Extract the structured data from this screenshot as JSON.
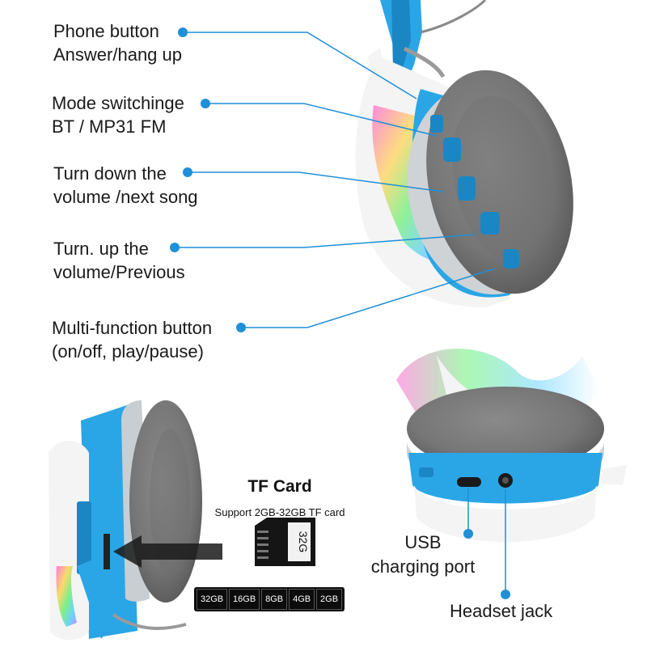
{
  "callouts": [
    {
      "line1": "Phone button",
      "line2": "Answer/hang up"
    },
    {
      "line1": "Mode switchinge",
      "line2": "BT / MP31 FM"
    },
    {
      "line1": "Turn down the",
      "line2": "volume /next song"
    },
    {
      "line1": "Turn. up the",
      "line2": "volume/Previous"
    },
    {
      "line1": "Multi-function button",
      "line2": "(on/off, play/pause)"
    }
  ],
  "tf_card": {
    "title": "TF Card",
    "subtitle": "Support 2GB-32GB TF card",
    "card_label": "32G",
    "capacities": [
      "32GB",
      "16GB",
      "8GB",
      "4GB",
      "2GB"
    ]
  },
  "ports": {
    "usb_line1": "USB",
    "usb_line2": "charging port",
    "jack": "Headset jack"
  },
  "colors": {
    "accent": "#1e8fd8",
    "headphone_blue": "#2aa6e6",
    "cushion_grey": "#7a7a7a",
    "shell_white": "#f4f4f4"
  }
}
